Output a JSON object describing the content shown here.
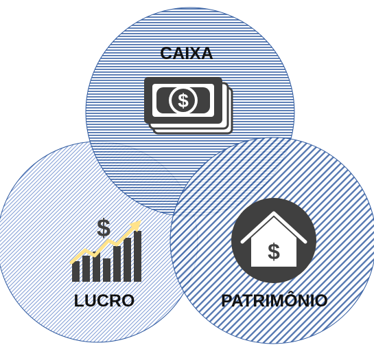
{
  "diagram": {
    "type": "venn",
    "sets": [
      {
        "id": "caixa",
        "label": "CAIXA",
        "icon": "banknote-dollar-icon",
        "hatch": "horizontal"
      },
      {
        "id": "lucro",
        "label": "LUCRO",
        "icon": "growth-bar-chart-dollar-icon",
        "hatch": "diagonal-fine"
      },
      {
        "id": "patrimonio",
        "label": "PATRIMÔNIO",
        "icon": "house-dollar-icon",
        "hatch": "diagonal-bold"
      }
    ],
    "icon_symbol": "$"
  },
  "colors": {
    "hatch_blue": "#2f5aa0",
    "hatch_light_blue": "#6f8fcf",
    "circle_stroke": "#2f5aa0",
    "icon_dark": "#404040",
    "arrow_yellow": "#ffe38a",
    "label_text": "#111111"
  }
}
